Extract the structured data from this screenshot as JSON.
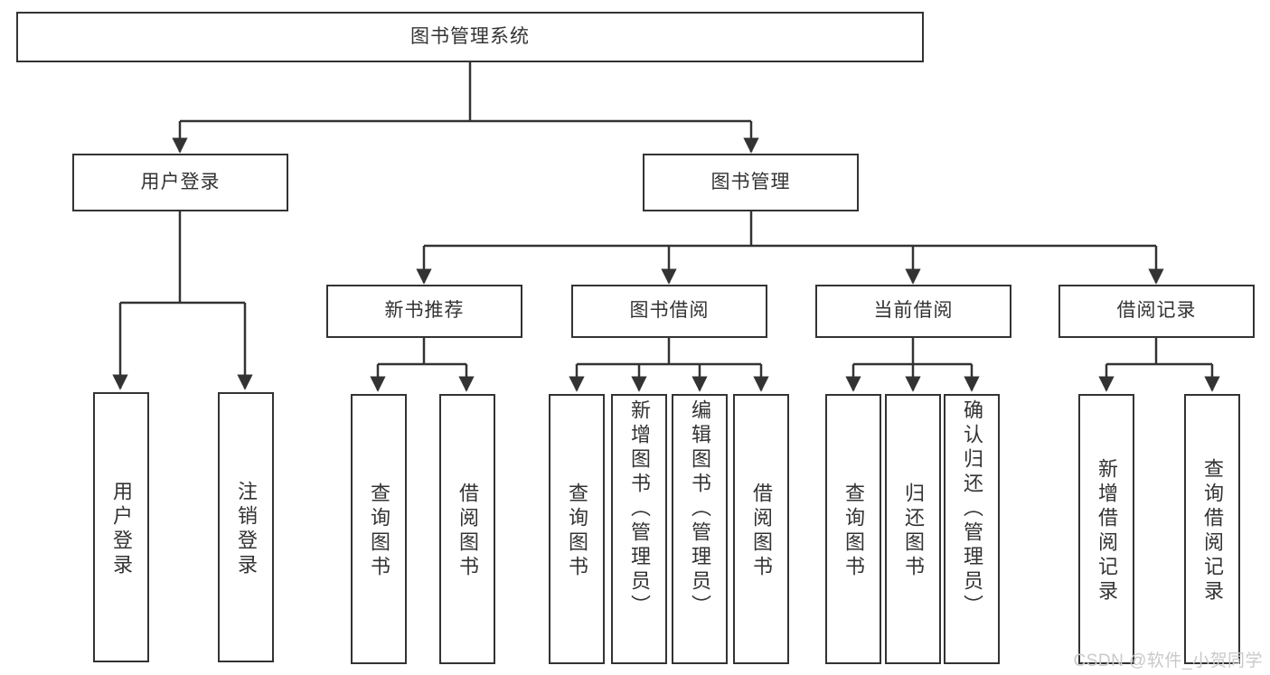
{
  "diagram": {
    "title": "图书管理系统",
    "type": "tree",
    "watermark": "CSDN @软件_小贺同学",
    "colors": {
      "box_border": "#333333",
      "box_fill": "#ffffff",
      "text": "#333333",
      "connector": "#333333",
      "watermark": "#c9c9c9",
      "background": "#ffffff"
    },
    "root": {
      "id": "root",
      "label": "图书管理系统"
    },
    "level2": [
      {
        "id": "user-login",
        "label": "用户登录"
      },
      {
        "id": "book-manage",
        "label": "图书管理"
      }
    ],
    "level3": [
      {
        "id": "new-book-recommend",
        "label": "新书推荐",
        "parent": "book-manage"
      },
      {
        "id": "book-borrow",
        "label": "图书借阅",
        "parent": "book-manage"
      },
      {
        "id": "current-borrow",
        "label": "当前借阅",
        "parent": "book-manage"
      },
      {
        "id": "borrow-record",
        "label": "借阅记录",
        "parent": "book-manage"
      }
    ],
    "leaves": [
      {
        "id": "leaf-user-login",
        "label": "用户登录",
        "parent": "user-login"
      },
      {
        "id": "leaf-user-logout",
        "label": "注销登录",
        "parent": "user-login"
      },
      {
        "id": "leaf-query-book-1",
        "label": "查询图书",
        "parent": "new-book-recommend"
      },
      {
        "id": "leaf-borrow-book-1",
        "label": "借阅图书",
        "parent": "new-book-recommend"
      },
      {
        "id": "leaf-query-book-2",
        "label": "查询图书",
        "parent": "book-borrow"
      },
      {
        "id": "leaf-add-book",
        "label": "新增图书（管理员）",
        "parent": "book-borrow"
      },
      {
        "id": "leaf-edit-book",
        "label": "编辑图书（管理员）",
        "parent": "book-borrow"
      },
      {
        "id": "leaf-borrow-book-2",
        "label": "借阅图书",
        "parent": "book-borrow"
      },
      {
        "id": "leaf-query-book-3",
        "label": "查询图书",
        "parent": "current-borrow"
      },
      {
        "id": "leaf-return-book",
        "label": "归还图书",
        "parent": "current-borrow"
      },
      {
        "id": "leaf-confirm-return",
        "label": "确认归还（管理员）",
        "parent": "current-borrow"
      },
      {
        "id": "leaf-add-record",
        "label": "新增借阅记录",
        "parent": "borrow-record"
      },
      {
        "id": "leaf-query-record",
        "label": "查询借阅记录",
        "parent": "borrow-record"
      }
    ]
  }
}
